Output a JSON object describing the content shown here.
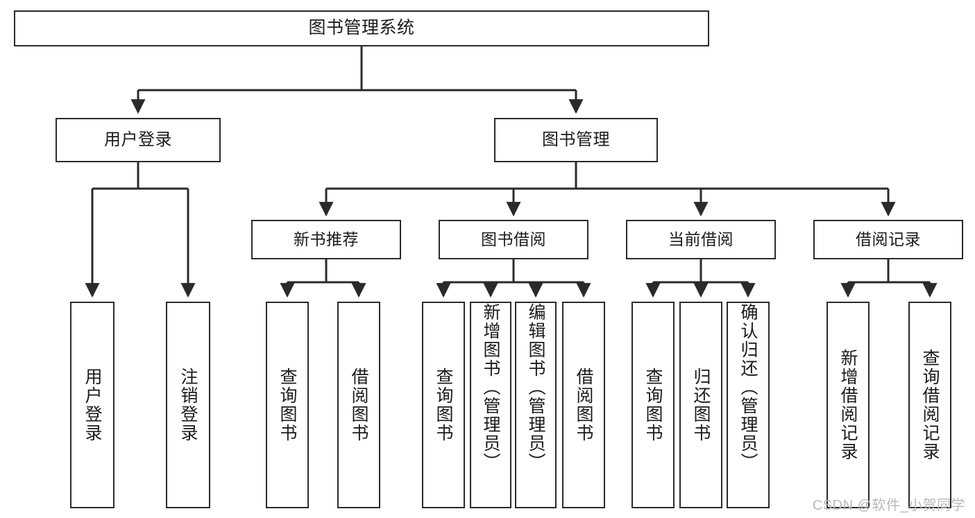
{
  "diagram": {
    "type": "tree-hierarchy",
    "title": "图书管理系统",
    "root": {
      "id": "root",
      "label": "图书管理系统"
    },
    "level1": [
      {
        "id": "user-login",
        "label": "用户登录"
      },
      {
        "id": "book-manage",
        "label": "图书管理"
      }
    ],
    "level2": [
      {
        "id": "new-book-recommend",
        "label": "新书推荐",
        "parent": "book-manage"
      },
      {
        "id": "book-borrow",
        "label": "图书借阅",
        "parent": "book-manage"
      },
      {
        "id": "current-borrow",
        "label": "当前借阅",
        "parent": "book-manage"
      },
      {
        "id": "borrow-record",
        "label": "借阅记录",
        "parent": "book-manage"
      }
    ],
    "leaves": [
      {
        "id": "leaf-user-login",
        "label": "用户登录",
        "parent": "user-login"
      },
      {
        "id": "leaf-user-logout",
        "label": "注销登录",
        "parent": "user-login"
      },
      {
        "id": "leaf-query-book-1",
        "label": "查询图书",
        "parent": "new-book-recommend"
      },
      {
        "id": "leaf-borrow-book-1",
        "label": "借阅图书",
        "parent": "new-book-recommend"
      },
      {
        "id": "leaf-query-book-2",
        "label": "查询图书",
        "parent": "book-borrow"
      },
      {
        "id": "leaf-add-book",
        "label": "新增图书（管理员）",
        "parent": "book-borrow"
      },
      {
        "id": "leaf-edit-book",
        "label": "编辑图书（管理员）",
        "parent": "book-borrow"
      },
      {
        "id": "leaf-borrow-book-2",
        "label": "借阅图书",
        "parent": "book-borrow"
      },
      {
        "id": "leaf-query-book-3",
        "label": "查询图书",
        "parent": "current-borrow"
      },
      {
        "id": "leaf-return-book",
        "label": "归还图书",
        "parent": "current-borrow"
      },
      {
        "id": "leaf-confirm-return",
        "label": "确认归还（管理员）",
        "parent": "current-borrow"
      },
      {
        "id": "leaf-add-record",
        "label": "新增借阅记录",
        "parent": "borrow-record"
      },
      {
        "id": "leaf-query-record",
        "label": "查询借阅记录",
        "parent": "borrow-record"
      }
    ],
    "watermark": "CSDN @软件_小贺同学",
    "colors": {
      "stroke": "#2a2a2a",
      "fill": "#ffffff",
      "text": "#1b1b1b",
      "watermark": "#b9b9b9"
    }
  }
}
